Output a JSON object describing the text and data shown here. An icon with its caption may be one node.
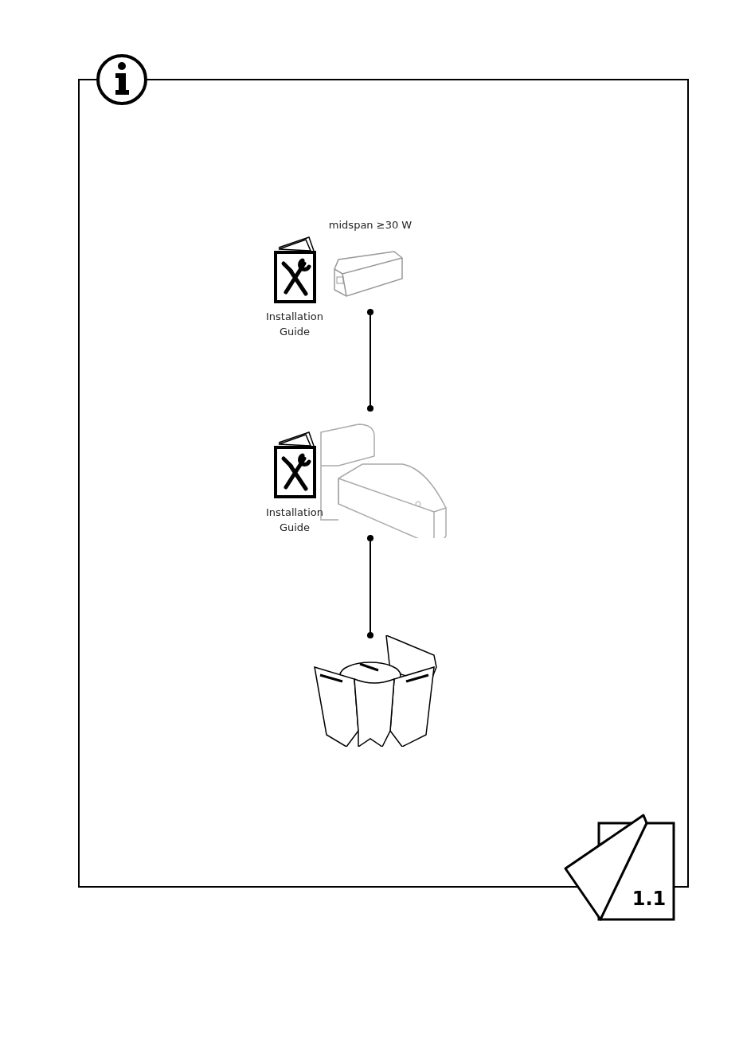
{
  "diagram": {
    "nodes": [
      {
        "text": [],
        "shape": "picture",
        "beside": [
          "midspan ≥30 W"
        ]
      },
      {
        "text": [],
        "shape": "picture"
      },
      {
        "text": [],
        "shape": "picture"
      }
    ],
    "edges": [
      {
        "from": 0,
        "to": 1,
        "arrow": "other"
      },
      {
        "from": 1,
        "to": 2,
        "arrow": "other"
      }
    ],
    "labels": [
      "Installation Guide",
      "Installation Guide",
      "1.1"
    ]
  }
}
